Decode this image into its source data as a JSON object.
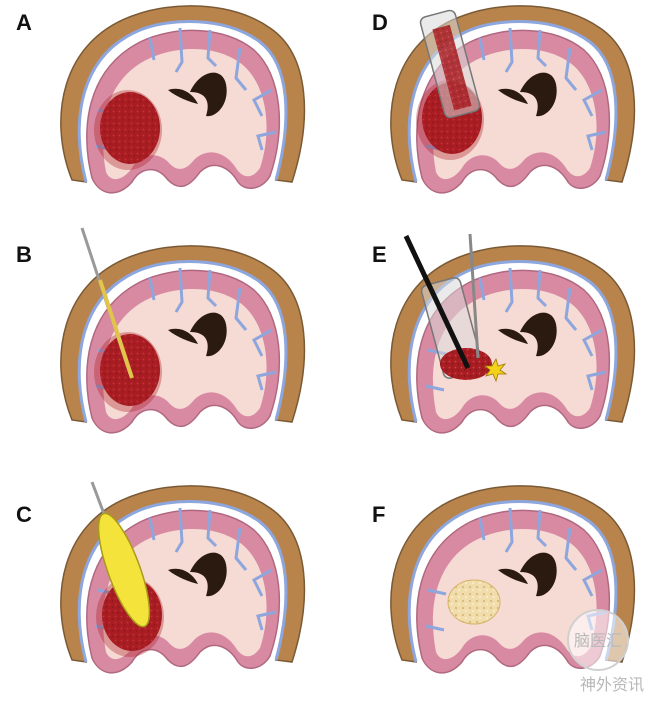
{
  "figure": {
    "panels": [
      {
        "label": "A",
        "step": "hematoma"
      },
      {
        "label": "B",
        "step": "guide-wire-insertion"
      },
      {
        "label": "C",
        "step": "balloon-dilation"
      },
      {
        "label": "D",
        "step": "sheath-placement"
      },
      {
        "label": "E",
        "step": "endoscopic-evacuation"
      },
      {
        "label": "F",
        "step": "post-evacuation"
      }
    ],
    "colors": {
      "skull": "#b8844c",
      "cortex": "#d98aa3",
      "white_matter": "#f6dad4",
      "sulci": "#8da6dd",
      "ventricle": "#2a1a10",
      "hematoma": "#a81d22",
      "balloon": "#f3e33b",
      "residual": "#efd9a8"
    }
  },
  "watermark": {
    "logo_text": "脑医汇",
    "caption": "神外资讯"
  }
}
